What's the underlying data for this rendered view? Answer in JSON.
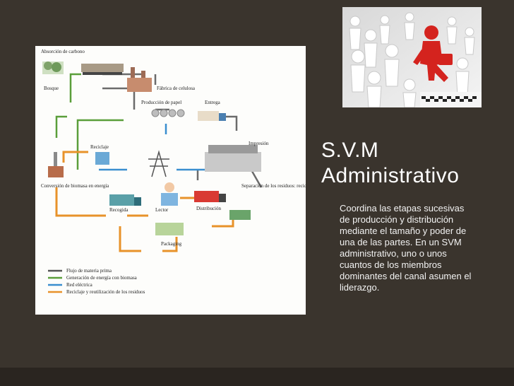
{
  "slide": {
    "title_line1": "S.V.M",
    "title_line2": "Administrativo",
    "body": "Coordina las etapas sucesivas de producción y distribución mediante el tamaño y poder de una de las partes. En un SVM administrativo, uno o unos cuantos de los  miembros dominantes del canal asumen el liderazgo."
  },
  "diagram": {
    "labels": {
      "absorcion": "Absorción de carbono",
      "bosque": "Bosque",
      "fabrica": "Fábrica de celulosa",
      "produccion": "Producción de papel",
      "entrega": "Entrega",
      "reciclaje": "Reciclaje",
      "impresion": "Impresión",
      "conversion": "Conversión de biomasa en energía",
      "separacion": "Separación de los residuos: reciclado o reutilización",
      "recogida": "Recogida",
      "lector": "Lector",
      "distribucion": "Distribución",
      "packaging": "Packaging"
    },
    "legend": [
      {
        "label": "Flujo de materia prima",
        "color": "#555555"
      },
      {
        "label": "Generación de energía con biomasa",
        "color": "#5a9e3a"
      },
      {
        "label": "Red eléctrica",
        "color": "#3a8ecf"
      },
      {
        "label": "Reciclaje y reutilización de los residuos",
        "color": "#e8922a"
      }
    ]
  }
}
